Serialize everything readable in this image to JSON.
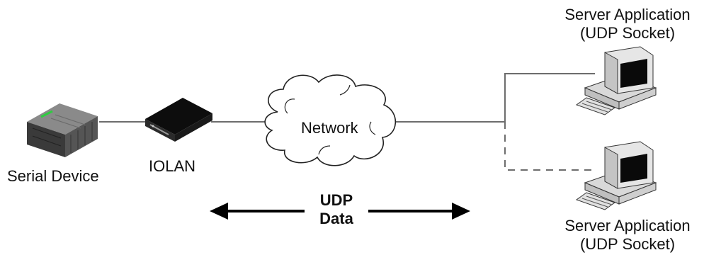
{
  "nodes": {
    "serial_device": {
      "label": "Serial Device"
    },
    "iolan": {
      "label": "IOLAN"
    },
    "network": {
      "label": "Network"
    },
    "server_top": {
      "line1": "Server Application",
      "line2": "(UDP Socket)"
    },
    "server_bottom": {
      "line1": "Server Application",
      "line2": "(UDP Socket)"
    }
  },
  "flow": {
    "line1": "UDP",
    "line2": "Data"
  },
  "colors": {
    "line": "#6d6d6d",
    "arrow": "#000000",
    "device_dark": "#3a3a3a",
    "led": "#2ecc40",
    "cloud_fill": "#ffffff",
    "monitor_body": "#e6e6e6"
  },
  "connections": [
    {
      "from": "serial_device",
      "to": "iolan",
      "style": "solid"
    },
    {
      "from": "iolan",
      "to": "network",
      "style": "solid"
    },
    {
      "from": "network",
      "to": "server_top",
      "style": "solid"
    },
    {
      "from": "network",
      "to": "server_bottom",
      "style": "dashed"
    }
  ]
}
